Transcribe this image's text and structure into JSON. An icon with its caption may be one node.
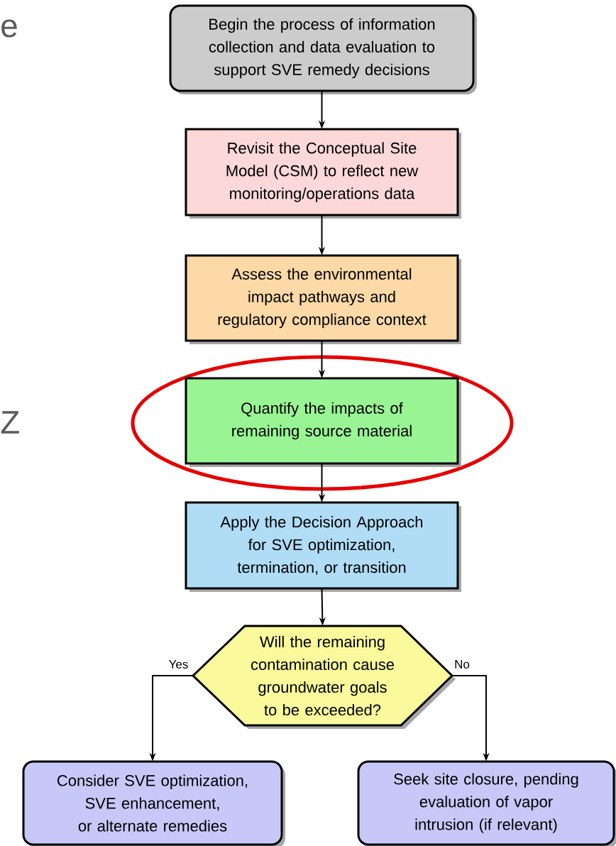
{
  "diagram": {
    "nodes": [
      {
        "text": [
          "Begin the process of information collection and data evaluation to support SVE remedy decisions"
        ]
      },
      {
        "text": [
          "Revisit the Conceptual Site Model (CSM) to reflect new monitoring/operations data"
        ]
      },
      {
        "text": [
          "Assess the environmental impact pathways and regulatory compliance context"
        ]
      },
      {
        "text": [
          "Quantify the impacts of remaining source material"
        ]
      },
      {
        "text": [
          "Apply the Decision Approach for SVE optimization, termination, or transition"
        ]
      },
      {
        "text": [
          "Will the remaining contamination cause groundwater goals to be exceeded?"
        ]
      },
      {
        "text": [
          "Consider SVE optimization, SVE enhancement, or alternate remedies"
        ]
      },
      {
        "text": [
          "Seek site closure, pending evaluation of vapor intrusion (if relevant)"
        ]
      }
    ],
    "edges": [
      {
        "from": 0,
        "to": 1,
        "arrow": "to"
      },
      {
        "from": 1,
        "to": 2,
        "arrow": "to"
      },
      {
        "from": 2,
        "to": 3,
        "arrow": "to"
      },
      {
        "from": 3,
        "to": 4,
        "arrow": "to"
      },
      {
        "from": 4,
        "to": 5,
        "arrow": "to"
      },
      {
        "from": 5,
        "to": 6,
        "arrow": "to",
        "label": "Yes"
      },
      {
        "from": 5,
        "to": 7,
        "arrow": "to",
        "label": "No"
      }
    ],
    "labels": [
      "e",
      "Z"
    ]
  }
}
